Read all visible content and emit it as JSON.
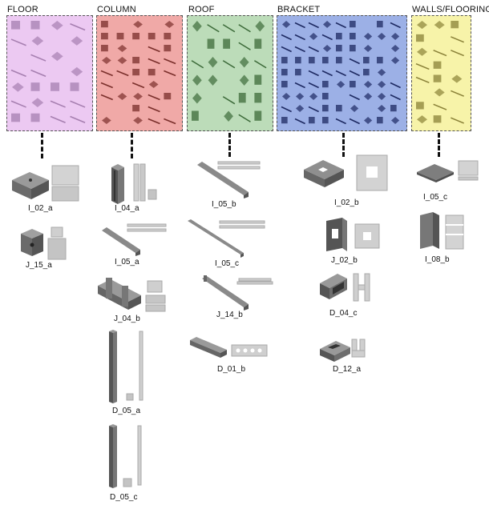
{
  "categories": [
    {
      "title": "FLOOR",
      "panel_color": "#ecc9f2",
      "thumb_color": "#a67fb0",
      "parts": [
        {
          "label": "I_02_a",
          "shape": "slab"
        },
        {
          "label": "J_15_a",
          "shape": "block"
        }
      ]
    },
    {
      "title": "COLUMN",
      "panel_color": "#f0a9a7",
      "thumb_color": "#7a2f2b",
      "parts": [
        {
          "label": "I_04_a",
          "shape": "column-short"
        },
        {
          "label": "I_05_a",
          "shape": "rod"
        },
        {
          "label": "J_04_b",
          "shape": "joint"
        },
        {
          "label": "D_05_a",
          "shape": "column-tall"
        },
        {
          "label": "D_05_c",
          "shape": "column-tall"
        }
      ]
    },
    {
      "title": "ROOF",
      "panel_color": "#bcdcb9",
      "thumb_color": "#3d6b3a",
      "parts": [
        {
          "label": "I_05_b",
          "shape": "rod-long"
        },
        {
          "label": "I_05_c",
          "shape": "rod-long"
        },
        {
          "label": "J_14_b",
          "shape": "rod-flange"
        },
        {
          "label": "D_01_b",
          "shape": "plate-holes"
        }
      ]
    },
    {
      "title": "BRACKET",
      "panel_color": "#9cb0e6",
      "thumb_color": "#1e2a62",
      "parts": [
        {
          "label": "I_02_b",
          "shape": "plate-hole"
        },
        {
          "label": "J_02_b",
          "shape": "frame"
        },
        {
          "label": "D_04_c",
          "shape": "channel"
        },
        {
          "label": "D_12_a",
          "shape": "bracket-u"
        }
      ]
    },
    {
      "title": "WALLS/FLOORING",
      "panel_color": "#f7f3a9",
      "thumb_color": "#8a8138",
      "parts": [
        {
          "label": "I_05_c",
          "shape": "flat-slab"
        },
        {
          "label": "I_08_b",
          "shape": "wall-panel"
        }
      ]
    }
  ]
}
